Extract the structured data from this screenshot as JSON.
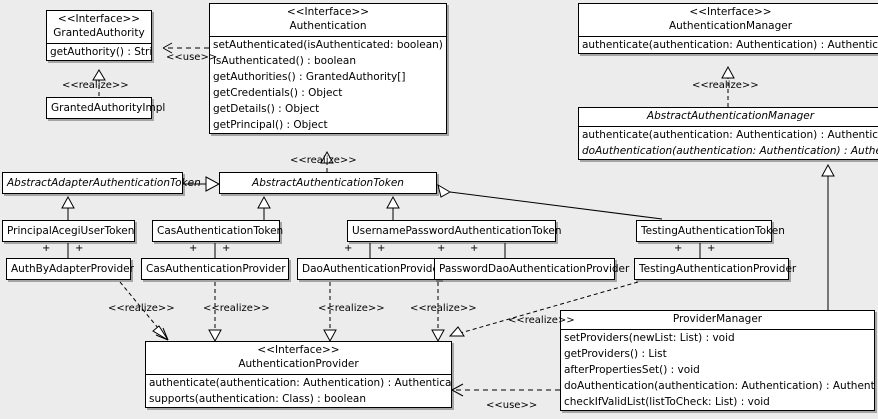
{
  "diagram": {
    "type": "uml-class-diagram",
    "background_color": "#ececec",
    "box_fill": "#ffffff",
    "line_color": "#000000"
  },
  "classes": {
    "granted_authority": {
      "stereotype": "<<Interface>>",
      "name": "GrantedAuthority",
      "members": [
        "getAuthority() : String"
      ]
    },
    "granted_authority_impl": {
      "name": "GrantedAuthorityImpl",
      "members": []
    },
    "authentication": {
      "stereotype": "<<Interface>>",
      "name": "Authentication",
      "members": [
        "setAuthenticated(isAuthenticated: boolean) : void",
        "isAuthenticated() : boolean",
        "getAuthorities() : GrantedAuthority[]",
        "getCredentials() : Object",
        "getDetails() : Object",
        "getPrincipal() : Object"
      ]
    },
    "authentication_manager": {
      "stereotype": "<<Interface>>",
      "name": "AuthenticationManager",
      "members": [
        "authenticate(authentication: Authentication) : Authentication"
      ]
    },
    "abstract_authentication_manager": {
      "name": "AbstractAuthenticationManager",
      "members": [
        "authenticate(authentication: Authentication) : Authentication",
        "doAuthentication(authentication: Authentication) : Authentication"
      ]
    },
    "abstract_adapter_authentication_token": {
      "name": "AbstractAdapterAuthenticationToken",
      "members": []
    },
    "abstract_authentication_token": {
      "name": "AbstractAuthenticationToken",
      "members": []
    },
    "principal_acegi_user_token": {
      "name": "PrincipalAcegiUserToken",
      "members": []
    },
    "cas_authentication_token": {
      "name": "CasAuthenticationToken",
      "members": []
    },
    "username_password_authentication_token": {
      "name": "UsernamePasswordAuthenticationToken",
      "members": []
    },
    "testing_authentication_token": {
      "name": "TestingAuthenticationToken",
      "members": []
    },
    "auth_by_adapter_provider": {
      "name": "AuthByAdapterProvider",
      "members": []
    },
    "cas_authentication_provider": {
      "name": "CasAuthenticationProvider",
      "members": []
    },
    "dao_authentication_provider": {
      "name": "DaoAuthenticationProvider",
      "members": []
    },
    "password_dao_authentication_provider": {
      "name": "PasswordDaoAuthenticationProvider",
      "members": []
    },
    "testing_authentication_provider": {
      "name": "TestingAuthenticationProvider",
      "members": []
    },
    "authentication_provider": {
      "stereotype": "<<Interface>>",
      "name": "AuthenticationProvider",
      "members": [
        "authenticate(authentication: Authentication) : Authentication",
        "supports(authentication: Class) : boolean"
      ]
    },
    "provider_manager": {
      "name": "ProviderManager",
      "members": [
        "setProviders(newList: List) : void",
        "getProviders() : List",
        "afterPropertiesSet() : void",
        "doAuthentication(authentication: Authentication) : Authentication",
        "checkIfValidList(listToCheck: List) : void"
      ]
    }
  },
  "edge_labels": {
    "use_authentication_granted": "<<use>>",
    "realize_granted_impl": "<<realize>>",
    "realize_authentication_token": "<<realize>>",
    "realize_manager_abstract": "<<realize>>",
    "realize_auth_by_adapter": "<<realize>>",
    "realize_cas_provider": "<<realize>>",
    "realize_dao_provider": "<<realize>>",
    "realize_password_dao_provider": "<<realize>>",
    "realize_testing_provider": "<<realize>>",
    "use_provider_manager": "<<use>>"
  },
  "multiplicity_markers": {
    "plus": "+"
  }
}
